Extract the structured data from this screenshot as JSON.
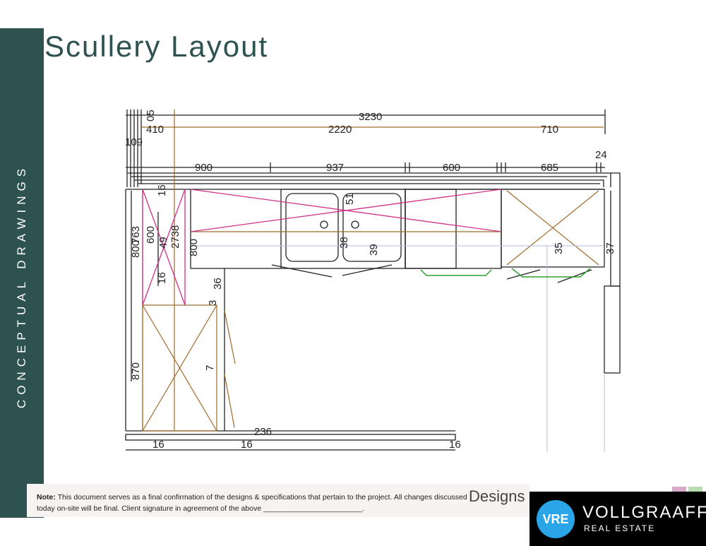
{
  "sidebar": {
    "label": "CONCEPTUAL DRAWINGS"
  },
  "page": {
    "title": "Scullery Layout"
  },
  "drawing": {
    "dims": {
      "total_width": "3230",
      "left_offset": "410",
      "middle_run": "2220",
      "right_run": "710",
      "small_109": "109",
      "small_05": "05",
      "seg_900": "900",
      "seg_937": "937",
      "seg_600": "600",
      "seg_685": "685",
      "seg_24": "24",
      "v_16_top": "16",
      "v_763": "763",
      "v_800_left": "800",
      "v_600": "600",
      "v_49": "49",
      "v_2738": "2738",
      "v_800": "800",
      "v_16_bottom": "16",
      "v_36": "36",
      "v_3": "3",
      "v_870": "870",
      "v_7": "7",
      "b_236": "236",
      "b_16_a": "16",
      "b_16_b": "16",
      "b_16_c": "16",
      "sink_38": "38",
      "sink_51": "51",
      "sink_39": "39",
      "right_35": "35",
      "right_37": "37"
    }
  },
  "footer": {
    "note_label": "Note:",
    "note_text": " This document serves as a final confirmation of the designs & specifications that pertain to the project.  All changes discussed today on-site will be final. Client signature in agreement of the above ________________________.",
    "designs": "Designs",
    "logo_mark": "VRE",
    "logo_name": "VOLLGRAAFF",
    "logo_sub": "REAL ESTATE"
  }
}
